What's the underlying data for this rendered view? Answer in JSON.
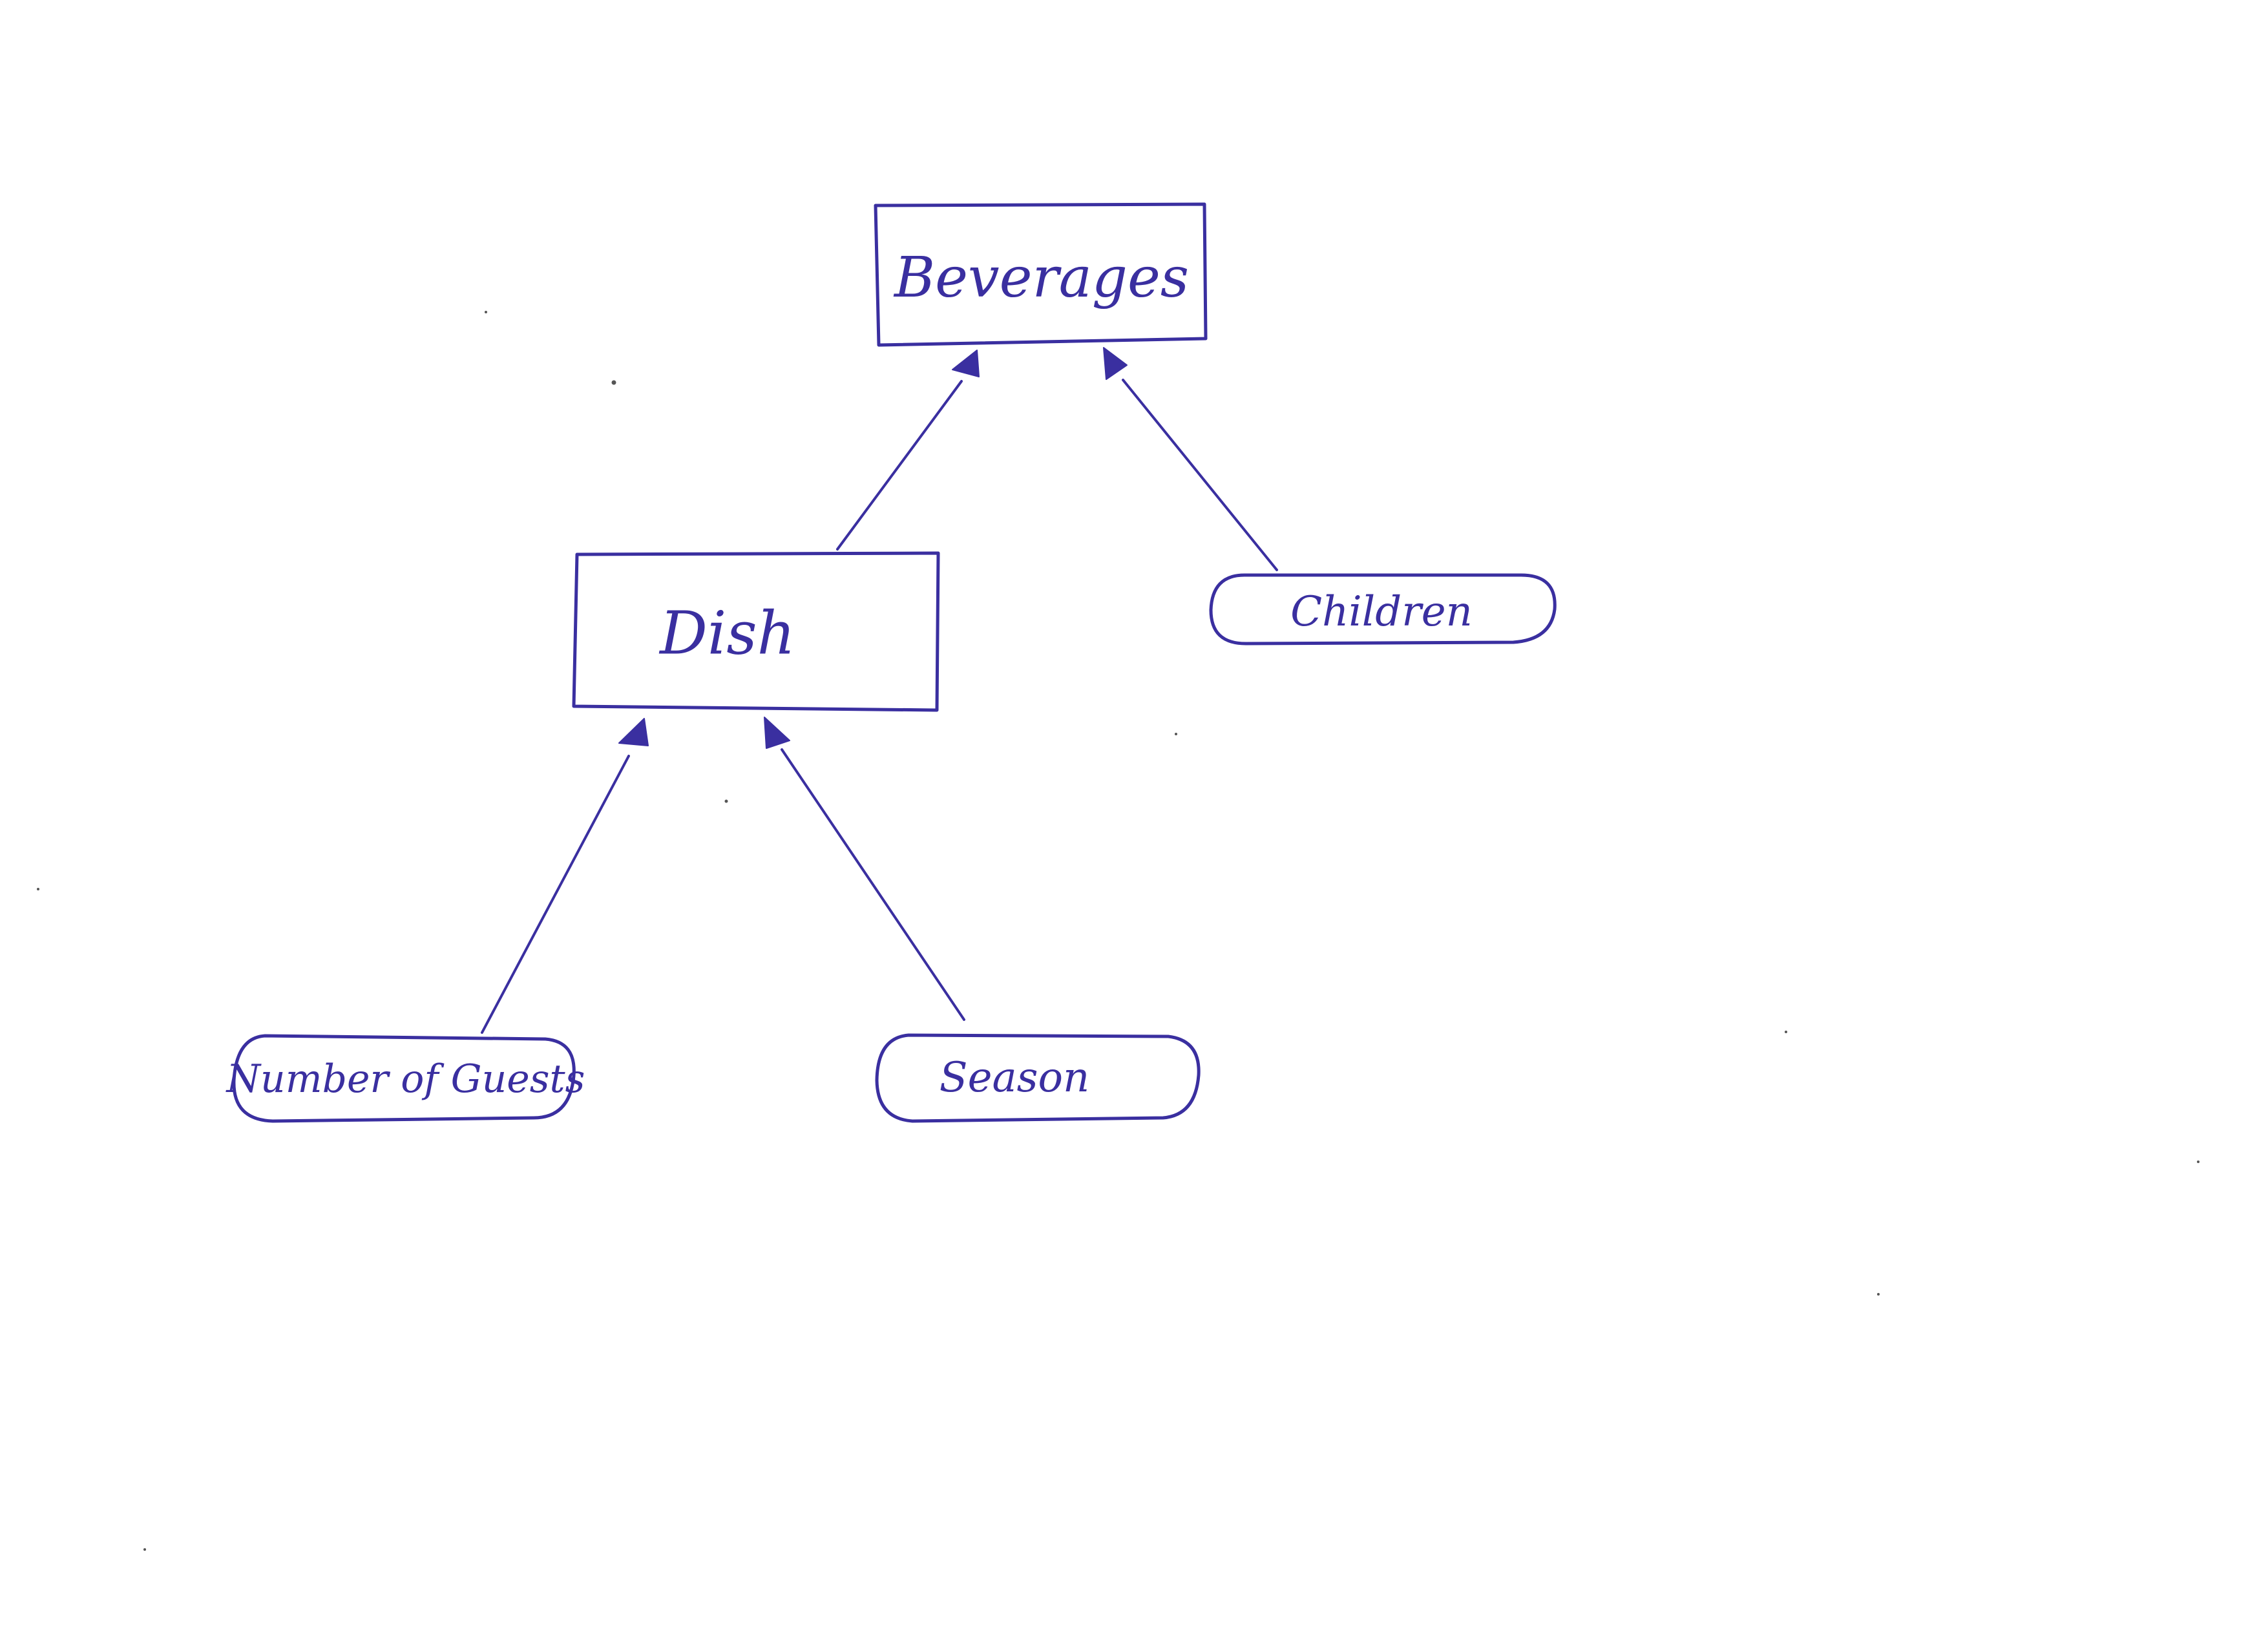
{
  "diagram": {
    "ink_color": "#3a2fa0",
    "paper_color": "#ffffff",
    "nodes": {
      "beverages": {
        "label": "Beverages",
        "shape": "rectangle"
      },
      "dish": {
        "label": "Dish",
        "shape": "rectangle"
      },
      "children": {
        "label": "Children",
        "shape": "rounded-pill"
      },
      "number_of_guests": {
        "label": "Number of Guests",
        "shape": "rounded-pill"
      },
      "season": {
        "label": "Season",
        "shape": "rounded-pill"
      }
    },
    "edges": [
      {
        "from": "dish",
        "to": "beverages",
        "arrowhead": "filled-triangle"
      },
      {
        "from": "children",
        "to": "beverages",
        "arrowhead": "filled-triangle"
      },
      {
        "from": "number_of_guests",
        "to": "dish",
        "arrowhead": "filled-triangle"
      },
      {
        "from": "season",
        "to": "dish",
        "arrowhead": "filled-triangle"
      }
    ]
  }
}
